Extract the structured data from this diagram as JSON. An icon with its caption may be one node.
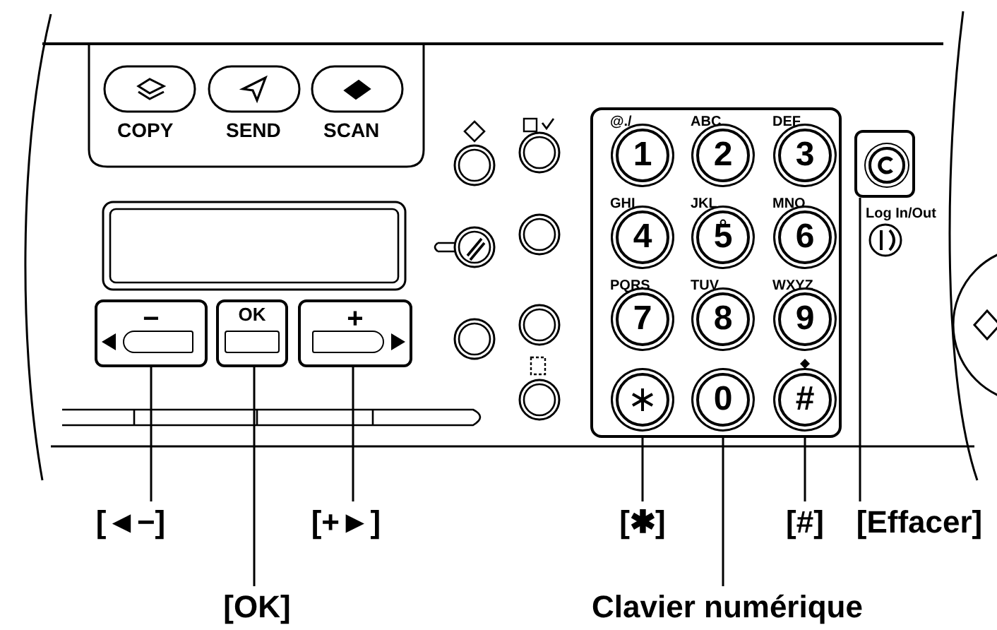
{
  "diagram": {
    "nodes": [
      {
        "text": [
          "[◄−]"
        ]
      },
      {
        "text": [
          "[OK]"
        ]
      },
      {
        "text": [
          "[+►]"
        ]
      },
      {
        "text": [
          "[✱]"
        ]
      },
      {
        "text": [
          "[#]"
        ]
      },
      {
        "text": [
          "[Effacer]"
        ]
      },
      {
        "text": [
          "Clavier numérique"
        ]
      },
      {
        "text": [
          "−"
        ]
      },
      {
        "text": [
          "OK"
        ]
      },
      {
        "text": [
          "+"
        ]
      },
      {
        "text": [],
        "shape": "box"
      },
      {
        "text": [
          "1"
        ],
        "in": 10,
        "beside": [
          "@./"
        ]
      },
      {
        "text": [
          "2"
        ],
        "in": 10,
        "beside": [
          "ABC"
        ]
      },
      {
        "text": [
          "3"
        ],
        "in": 10,
        "beside": [
          "DEF"
        ]
      },
      {
        "text": [
          "4"
        ],
        "in": 10,
        "beside": [
          "GHI"
        ]
      },
      {
        "text": [
          "5"
        ],
        "in": 10,
        "beside": [
          "JKL"
        ]
      },
      {
        "text": [
          "6"
        ],
        "in": 10,
        "beside": [
          "MNO"
        ]
      },
      {
        "text": [
          "7"
        ],
        "in": 10,
        "beside": [
          "PQRS"
        ]
      },
      {
        "text": [
          "8"
        ],
        "in": 10,
        "beside": [
          "TUV"
        ]
      },
      {
        "text": [
          "9"
        ],
        "in": 10,
        "beside": [
          "WXYZ"
        ]
      },
      {
        "text": [],
        "shape": "circle",
        "in": 10
      },
      {
        "text": [
          "0"
        ],
        "in": 10
      },
      {
        "text": [
          "#"
        ],
        "in": 10
      },
      {
        "text": [],
        "shape": "box"
      }
    ],
    "edges": [
      {
        "from": 0,
        "to": 7,
        "arrow": "none"
      },
      {
        "from": 1,
        "to": 8,
        "arrow": "none"
      },
      {
        "from": 2,
        "to": 9,
        "arrow": "none"
      },
      {
        "from": 3,
        "to": 20,
        "arrow": "none"
      },
      {
        "from": 4,
        "to": 22,
        "arrow": "none"
      },
      {
        "from": 5,
        "to": 23,
        "arrow": "none"
      },
      {
        "from": 6,
        "to": 10,
        "arrow": "none"
      }
    ],
    "labels": [
      "COPY",
      "SEND",
      "SCAN",
      "Log In/Out"
    ]
  }
}
